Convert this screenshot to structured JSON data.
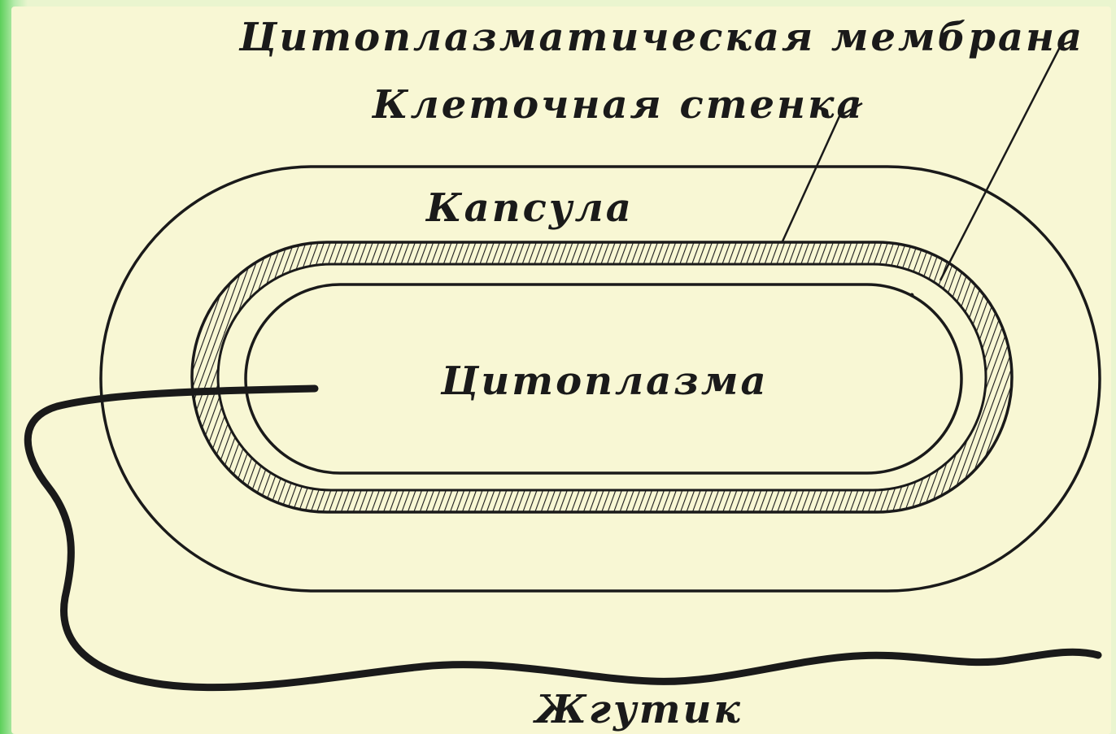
{
  "labels": {
    "cytoplasmic_membrane": "Цитоплазматическая мембрана",
    "cell_wall": "Клеточная стенка",
    "capsule": "Капсула",
    "cytoplasm": "Цитоплазма",
    "flagellum": "Жгутик"
  },
  "colors": {
    "background": "#f8f7d4",
    "border": "#5ccf5a",
    "ink": "#1a1a1a"
  }
}
